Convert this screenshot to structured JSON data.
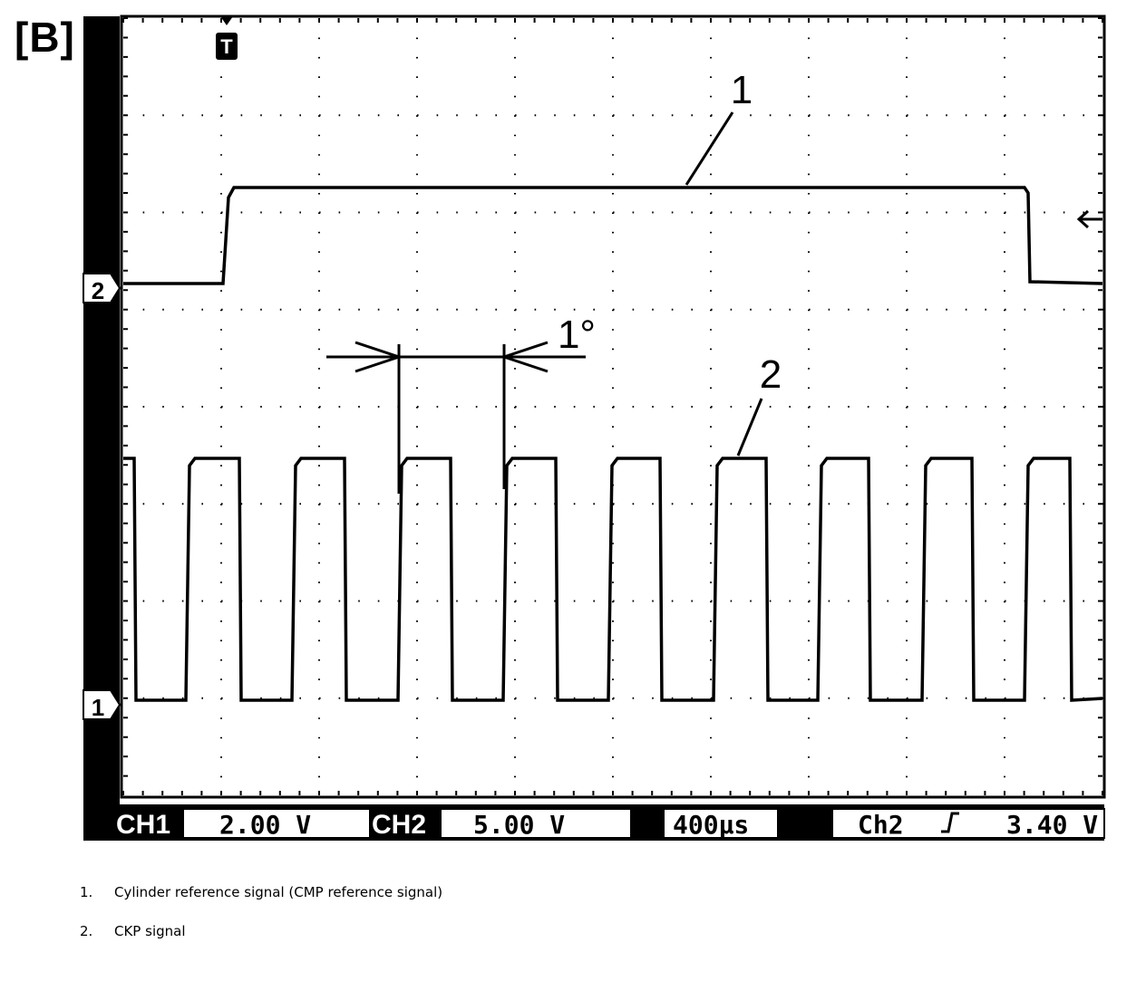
{
  "panel_label": "[B]",
  "trigger_marker": "T",
  "trigger_level_arrow": "arrow-left-icon",
  "channel_markers": {
    "ch2": "2",
    "ch1": "1"
  },
  "callouts": {
    "trace1": "1",
    "trace2": "2",
    "angle": "1°"
  },
  "status_bar": {
    "ch1_label": "CH1",
    "ch1_value": "2.00 V",
    "ch2_label": "CH2",
    "ch2_value": "5.00 V",
    "timebase": "400μs",
    "trigger_source": "Ch2",
    "trigger_slope_icon": "rising-edge-icon",
    "trigger_level": "3.40 V"
  },
  "legend": [
    {
      "num": "1.",
      "text": "Cylinder reference signal (CMP reference signal)"
    },
    {
      "num": "2.",
      "text": "CKP signal"
    }
  ],
  "colors": {
    "trace": "#000000",
    "grid": "#000000",
    "background": "#ffffff"
  }
}
